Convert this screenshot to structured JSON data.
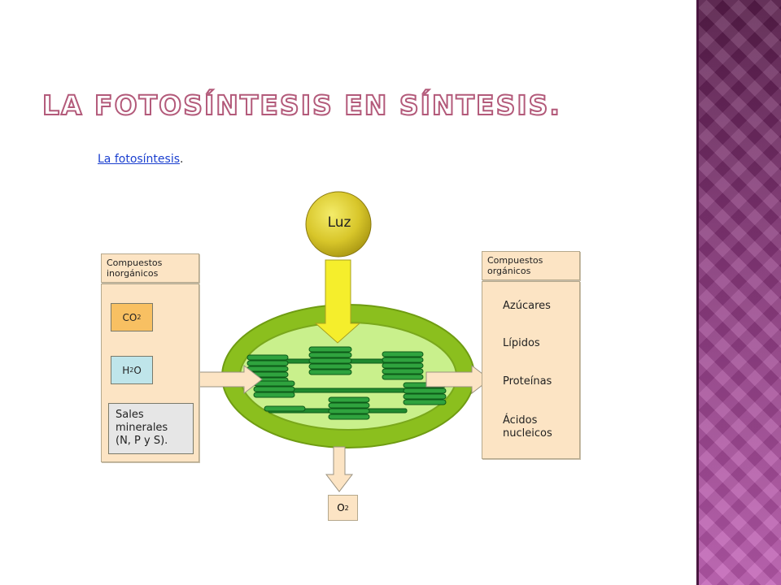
{
  "slide": {
    "title": "La fotosíntesis en síntesis.",
    "link_text": "La fotosíntesis",
    "link_suffix": "."
  },
  "diagram": {
    "light": "Luz",
    "inorganic": {
      "header_line1": "Compuestos",
      "header_line2": "inorgánicos",
      "co2_base": "CO",
      "co2_sub": "2",
      "h2o_pre": "H",
      "h2o_sub": "2",
      "h2o_post": "O",
      "salts_line1": "Sales",
      "salts_line2": "minerales",
      "salts_line3": "(N, P y S)."
    },
    "organic": {
      "header_line1": "Compuestos",
      "header_line2": "orgánicos",
      "items": [
        "Azúcares",
        "Lípidos",
        "Proteínas",
        "Ácidos",
        "nucleicos"
      ]
    },
    "output": {
      "o2_base": "O",
      "o2_sub": "2"
    }
  },
  "colors": {
    "title_outline": "#b35a7a",
    "panel_bg": "#fce4c4",
    "co2_bg": "#f8c062",
    "h2o_bg": "#bfe5ea",
    "chloroplast_outer": "#8bbf1e",
    "chloroplast_inner": "#c9f08c",
    "thylakoid": "#1f8a2e",
    "light_arrow": "#f5ee2c",
    "side_panel": "#9c3f8c"
  }
}
